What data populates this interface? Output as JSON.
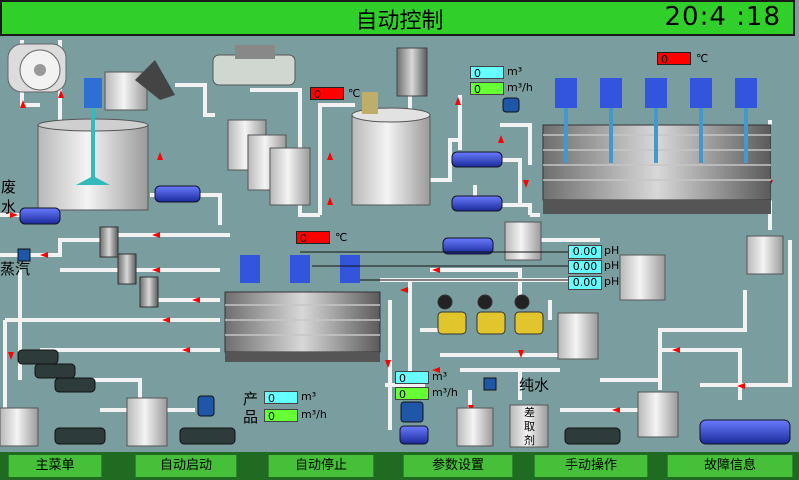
{
  "header": {
    "title": "自动控制",
    "clock": {
      "hh": "20",
      "mm": "4",
      "ss": "18"
    }
  },
  "sidebar_labels": {
    "waste_water": [
      "废",
      "水"
    ],
    "steam": "蒸汽",
    "product": [
      "产",
      "品"
    ],
    "pure_water": "纯水",
    "reagent": [
      "差",
      "取",
      "剂"
    ]
  },
  "readouts": {
    "temp_top_right": {
      "value": "0",
      "unit": "℃"
    },
    "temp_left": {
      "value": "0",
      "unit": "℃"
    },
    "temp_center": {
      "value": "0",
      "unit": "℃"
    },
    "flow_top": {
      "volume": "0",
      "volume_unit": "m³",
      "rate": "0",
      "rate_unit": "m³/h"
    },
    "flow_mid": {
      "volume": "0",
      "volume_unit": "m³",
      "rate": "0",
      "rate_unit": "m³/h"
    },
    "flow_product": {
      "volume": "0",
      "volume_unit": "m³",
      "rate": "0",
      "rate_unit": "m³/h"
    },
    "ph": [
      {
        "value": "0.00",
        "unit": "pH"
      },
      {
        "value": "0.00",
        "unit": "pH"
      },
      {
        "value": "0.00",
        "unit": "pH"
      }
    ]
  },
  "footer": {
    "buttons": [
      "主菜单",
      "自动启动",
      "自动停止",
      "参数设置",
      "手动操作",
      "故障信息"
    ]
  },
  "colors": {
    "title_bg": "#31cf2a",
    "panel_bg": "#7a9ea0",
    "footer_bg": "#1f6b21",
    "button_bg": "#46c038"
  }
}
